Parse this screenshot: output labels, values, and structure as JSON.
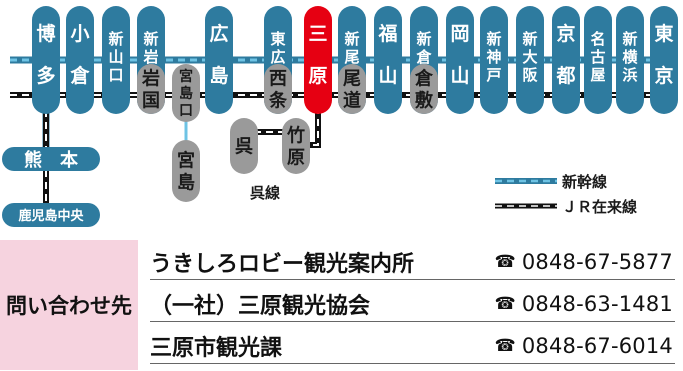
{
  "shinkansen_stations": [
    {
      "id": "hakata",
      "label": "博多",
      "kind": "shinkansen"
    },
    {
      "id": "kokura",
      "label": "小倉",
      "kind": "shinkansen"
    },
    {
      "id": "shinyamaguchi",
      "label": "新山口",
      "kind": "shinkansen"
    },
    {
      "id": "shiniwakuni",
      "label": "新岩国",
      "kind": "shinkansen"
    },
    {
      "id": "hiroshima",
      "label": "広島",
      "kind": "shinkansen"
    },
    {
      "id": "higashihiroshima",
      "label": "東広島",
      "kind": "shinkansen"
    },
    {
      "id": "mihara",
      "label": "三原",
      "kind": "highlight"
    },
    {
      "id": "shinonomichi",
      "label": "新尾道",
      "kind": "shinkansen"
    },
    {
      "id": "fukuyama",
      "label": "福山",
      "kind": "shinkansen"
    },
    {
      "id": "shinkurashiki",
      "label": "新倉敷",
      "kind": "shinkansen"
    },
    {
      "id": "okayama",
      "label": "岡山",
      "kind": "shinkansen"
    },
    {
      "id": "shinkobe",
      "label": "新神戸",
      "kind": "shinkansen"
    },
    {
      "id": "shinosaka",
      "label": "新大阪",
      "kind": "shinkansen"
    },
    {
      "id": "kyoto",
      "label": "京都",
      "kind": "shinkansen"
    },
    {
      "id": "nagoya",
      "label": "名古屋",
      "kind": "shinkansen"
    },
    {
      "id": "shinyokohama",
      "label": "新横浜",
      "kind": "shinkansen"
    },
    {
      "id": "tokyo",
      "label": "東京",
      "kind": "shinkansen"
    }
  ],
  "local_stations": [
    {
      "id": "iwakuni",
      "label": "岩国"
    },
    {
      "id": "miyajimaguchi",
      "label": "宮島口"
    },
    {
      "id": "saijo",
      "label": "西条"
    },
    {
      "id": "onomichi",
      "label": "尾道"
    },
    {
      "id": "kurashiki",
      "label": "倉敷"
    },
    {
      "id": "miyajima",
      "label": "宮島"
    },
    {
      "id": "kure",
      "label": "呉"
    },
    {
      "id": "takehara",
      "label": "竹原"
    }
  ],
  "kyushu": {
    "kumamoto": "熊　本",
    "kagoshima": "鹿児島中央"
  },
  "kure_line_label": "呉線",
  "legend": {
    "shinkansen": "新幹線",
    "jr_local": "ＪＲ在来線"
  },
  "contact": {
    "heading": "問い合わせ先",
    "entries": [
      {
        "org": "うきしろロビー観光案内所",
        "tel": "0848-67-5877"
      },
      {
        "org": "（一社）三原観光協会",
        "tel": "0848-63-1481"
      },
      {
        "org": "三原市観光課",
        "tel": "0848-67-6014"
      }
    ],
    "tel_symbol": "☎"
  },
  "colors": {
    "shinkansen_fill": "#2e7b9f",
    "highlight_fill": "#e60012",
    "local_fill": "#9a9a9a",
    "shinkansen_track": "#6ec3e4",
    "local_track": "#111111",
    "contact_bg": "#f6d3df"
  }
}
